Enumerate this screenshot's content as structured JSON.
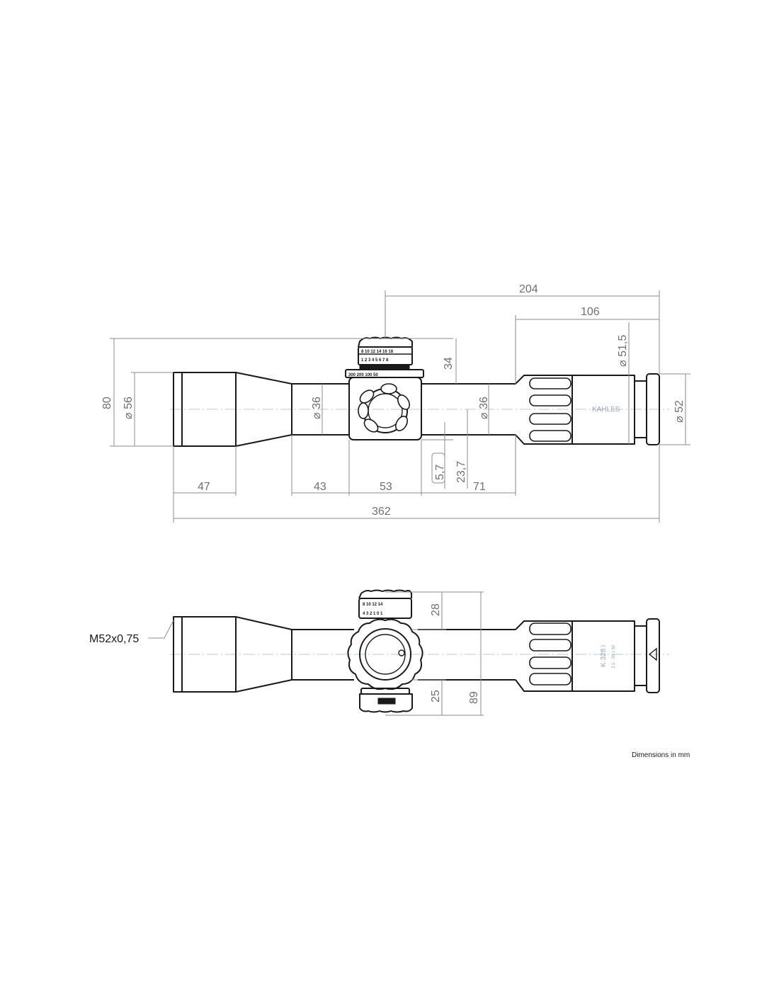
{
  "top_view": {
    "dims": {
      "overall_height": "80",
      "objective_diameter": "⌀ 56",
      "tube_left_diameter": "⌀ 36",
      "turret_height": "34",
      "tube_right_diameter": "⌀ 36",
      "eyepiece_diameter_top": "⌀ 51,5",
      "eyepiece_diameter": "⌀ 52",
      "from_turret_to_end": "204",
      "eyepiece_length": "106",
      "objective_bell_length": "47",
      "front_tube_length": "43",
      "saddle_length": "53",
      "rear_tube_length": "71",
      "total_length": "362",
      "offset_small": "5,7",
      "offset_large": "23,7"
    },
    "brand_text": "KAHLES"
  },
  "bottom_view": {
    "dims": {
      "thread": "M52x0,75",
      "turret_top": "28",
      "turret_bottom": "25",
      "total_height": "89"
    },
    "model_text": "K 328 i",
    "spec_text": "3.5 - 28 x 50"
  },
  "footer": {
    "note": "Dimensions in mm"
  }
}
